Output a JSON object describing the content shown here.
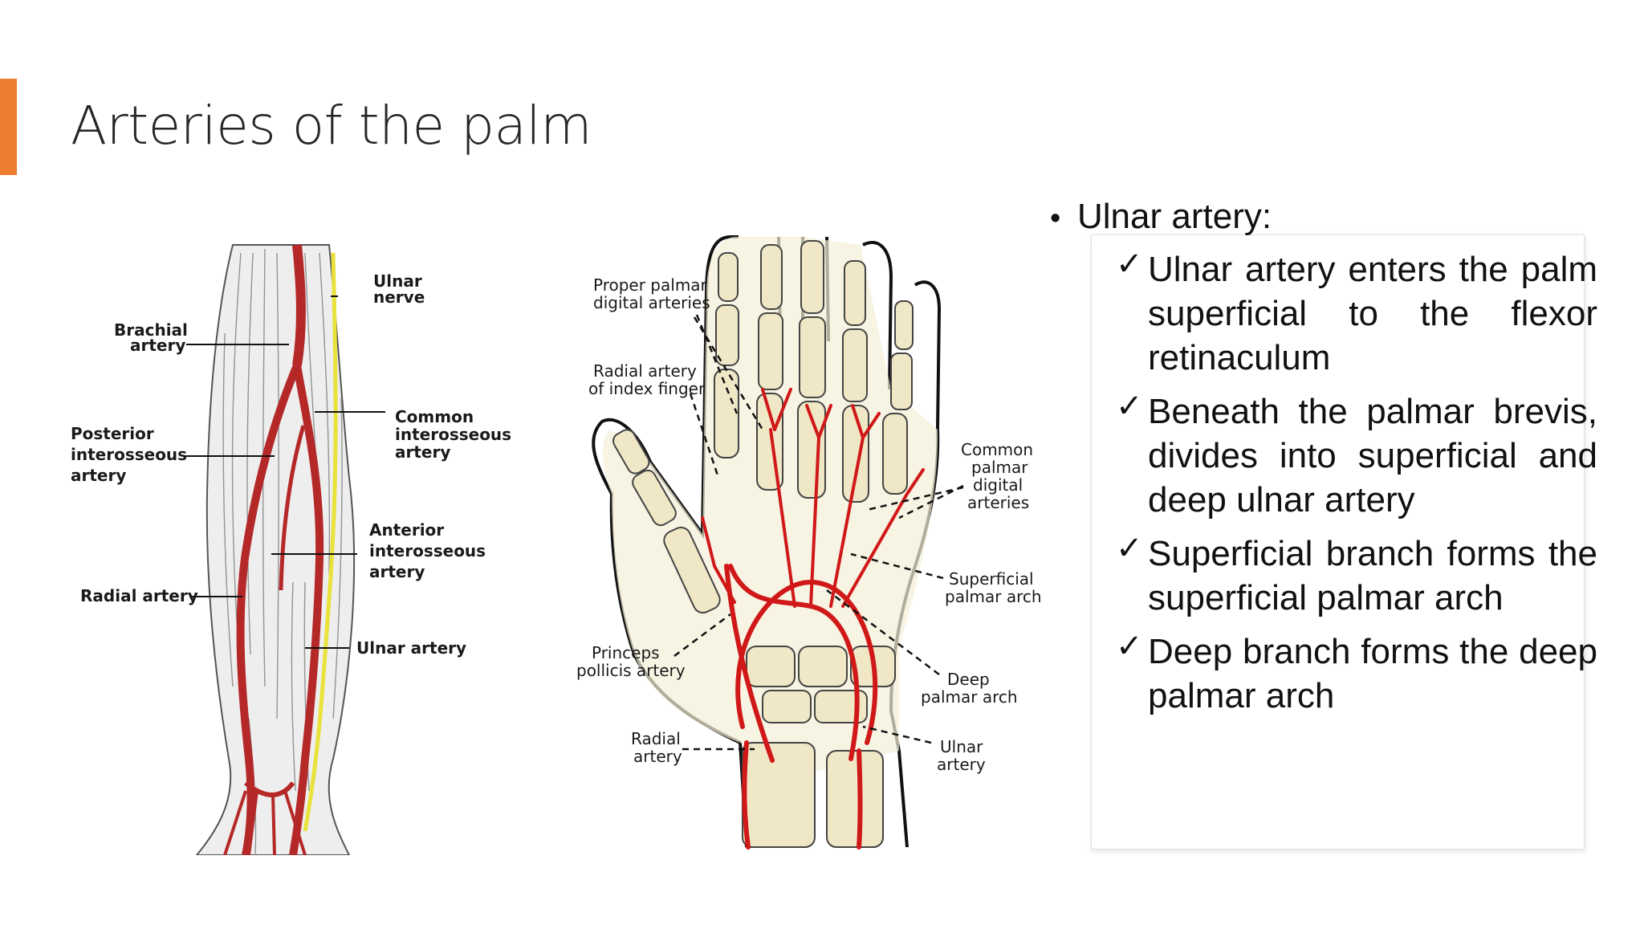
{
  "slide": {
    "title": "Arteries of the palm",
    "accent_color": "#ED7D31"
  },
  "forearm_figure": {
    "labels": {
      "ulnar_nerve_1": "Ulnar",
      "ulnar_nerve_2": "nerve",
      "brachial_1": "Brachial",
      "brachial_2": "artery",
      "common_1": "Common",
      "common_2": "interosseous",
      "common_3": "artery",
      "posterior_1": "Posterior",
      "posterior_2": "interosseous",
      "posterior_3": "artery",
      "anterior_1": "Anterior",
      "anterior_2": "interosseous",
      "anterior_3": "artery",
      "radial": "Radial artery",
      "ulnar_artery": "Ulnar artery"
    }
  },
  "hand_figure": {
    "labels": {
      "proper_1": "Proper palmar",
      "proper_2": "digital arteries",
      "radial_index_1": "Radial artery",
      "radial_index_2": "of index finger",
      "common_1": "Common",
      "common_2": "palmar",
      "common_3": "digital",
      "common_4": "arteries",
      "superficial_1": "Superficial",
      "superficial_2": "palmar arch",
      "princeps_1": "Princeps",
      "princeps_2": "pollicis artery",
      "deep_1": "Deep",
      "deep_2": "palmar arch",
      "radial_1": "Radial",
      "radial_2": "artery",
      "ulnar_1": "Ulnar",
      "ulnar_2": "artery"
    }
  },
  "bullets": {
    "heading": "Ulnar artery:",
    "bullet_glyph": "•",
    "check_glyph": "✓",
    "items": [
      "Ulnar artery enters the palm superficial to the flexor retinaculum",
      "Beneath the palmar brevis, divides into superficial and deep ulnar artery",
      "Superficial branch forms the superficial palmar arch",
      "Deep branch forms the deep palmar arch"
    ]
  }
}
